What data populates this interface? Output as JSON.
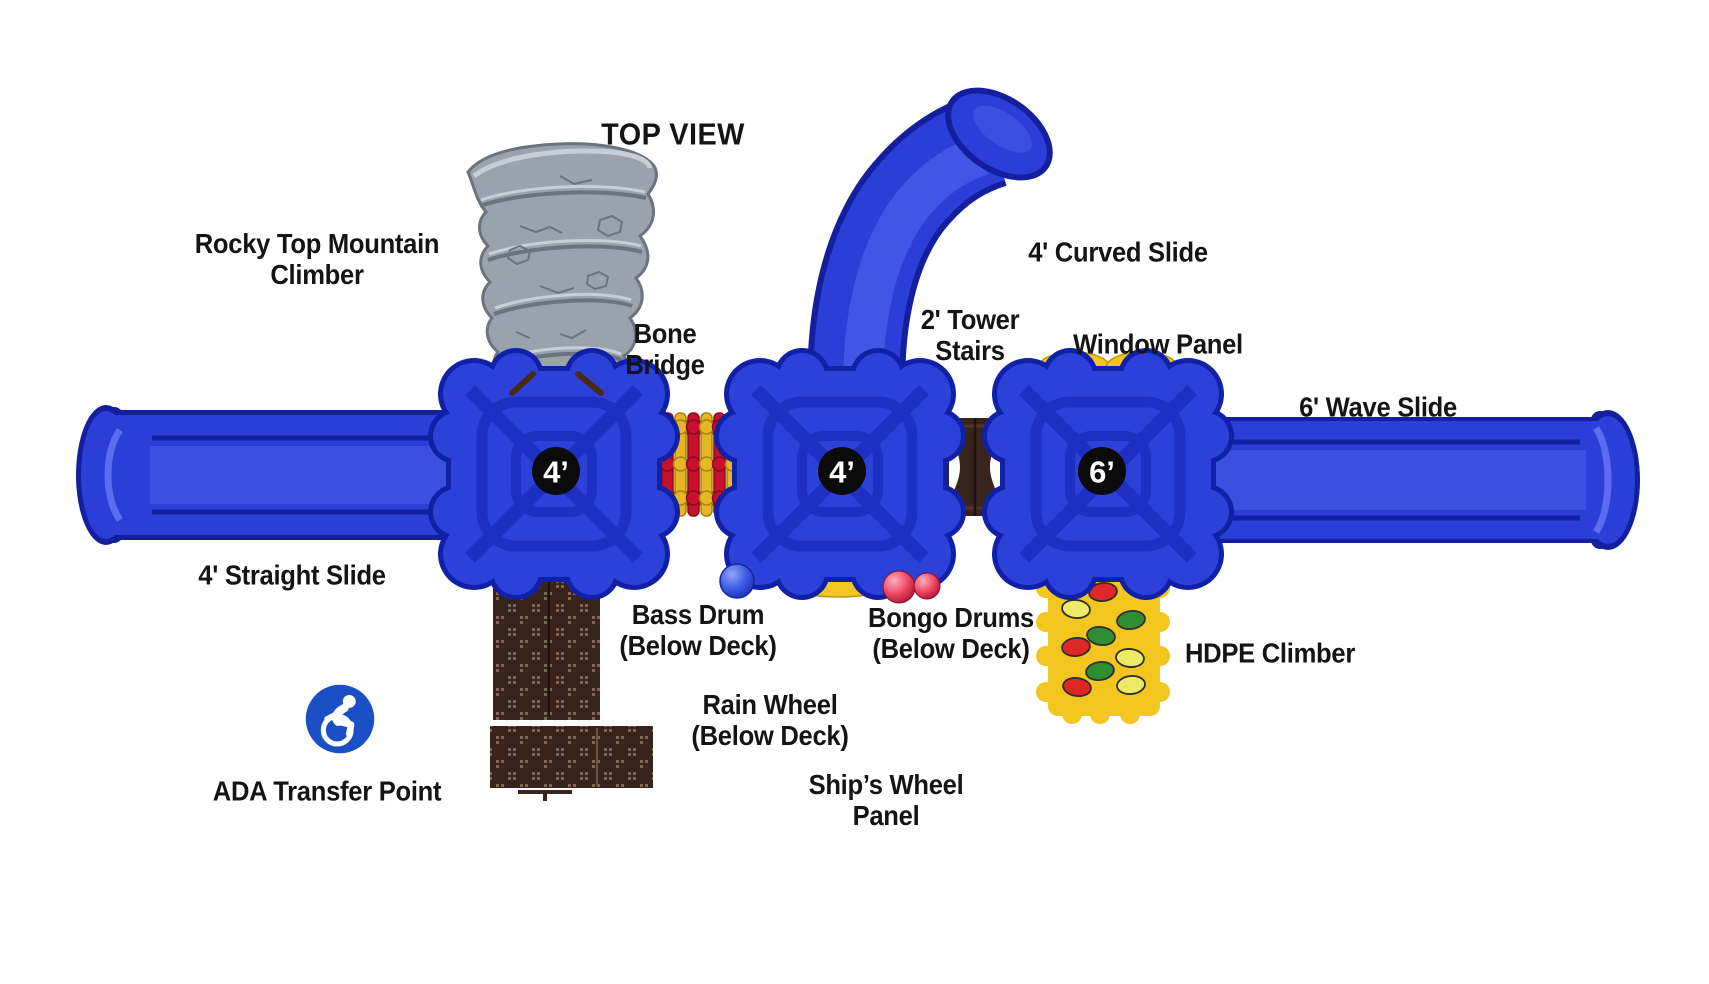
{
  "title": "TOP VIEW",
  "decks": [
    {
      "size": "4’"
    },
    {
      "size": "4’"
    },
    {
      "size": "6’"
    }
  ],
  "labels": {
    "rocky_top_mountain_climber": "Rocky Top Mountain\nClimber",
    "bone_bridge": "Bone\nBridge",
    "curved_slide": "4' Curved Slide",
    "tower_stairs": "2' Tower\nStairs",
    "window_panel": "Window Panel",
    "wave_slide": "6' Wave Slide",
    "straight_slide": "4' Straight Slide",
    "bass_drum": "Bass Drum\n(Below Deck)",
    "bongo_drums": "Bongo Drums\n(Below Deck)",
    "hdpe_climber": "HDPE Climber",
    "rain_wheel": "Rain Wheel\n(Below Deck)",
    "ships_wheel_panel": "Ship’s Wheel\nPanel",
    "ada_transfer_point": "ADA Transfer Point"
  },
  "colors": {
    "label_black": "#141414",
    "deck_blue": "#2c41da",
    "deck_dark": "#1021a8",
    "deck_web": "#1e2fc4",
    "slide_blue": "#2b3ed8",
    "slide_dark": "#131f9e",
    "slide_light": "#5b6cf0",
    "bridge_red": "#c8102e",
    "bridge_red_dark": "#8a0b1f",
    "bridge_yellow": "#e5b722",
    "bridge_yellow_dark": "#a88014",
    "panel_yellow": "#f2c51f",
    "panel_yellow_dark": "#bf951a",
    "walk_brown": "#39231d",
    "walk_brown_dark": "#1f110c",
    "perf_dot": "#bb9d80",
    "rock_gray": "#9aa2ac",
    "rock_edge": "#6b7380",
    "rock_light": "#c9ced6",
    "ada_blue": "#1b4fc5",
    "hold_red": "#e12626",
    "hold_green": "#2f8d32",
    "hold_yellow": "#eeea67",
    "ball_blue": "#2f4ae0",
    "ball_red": "#ee3a55"
  }
}
